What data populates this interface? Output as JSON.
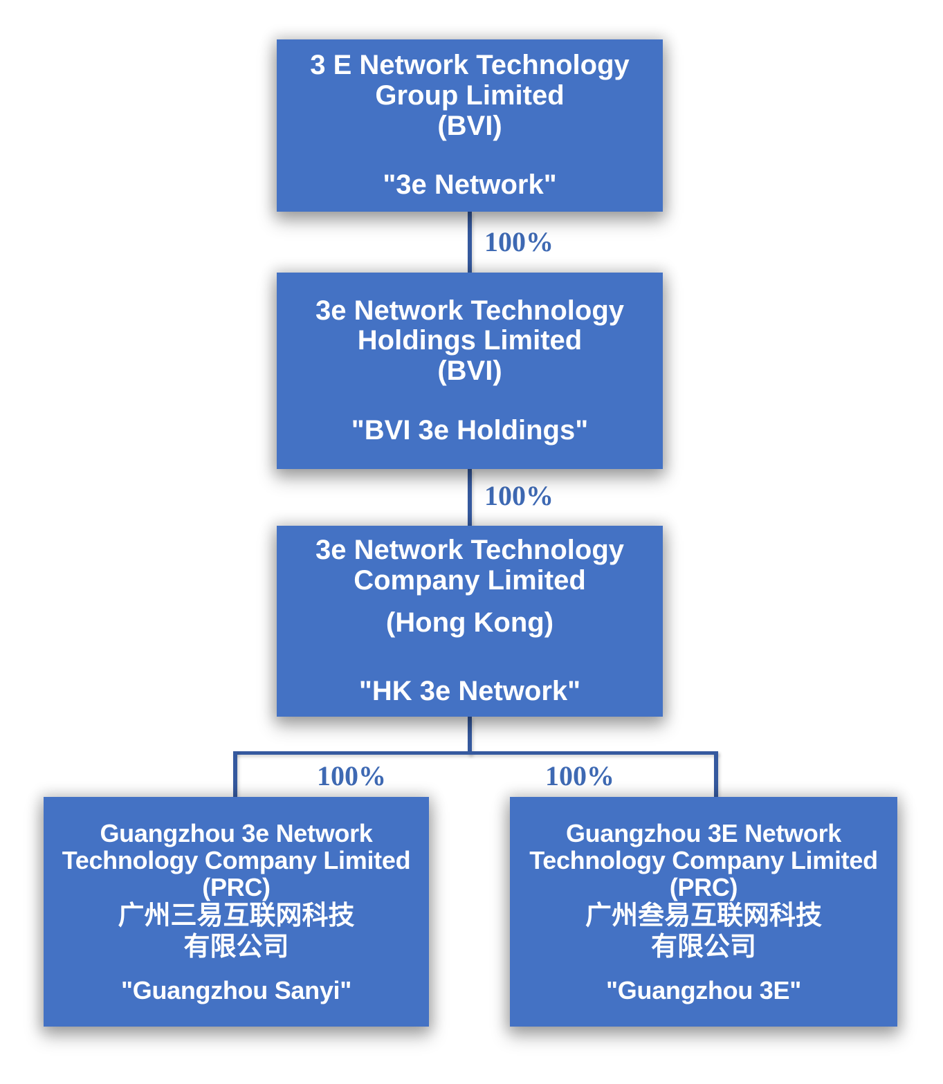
{
  "diagram": {
    "type": "org-chart",
    "colors": {
      "box_fill": "#4472C4",
      "box_text": "#FFFFFF",
      "connector": "#35599E",
      "ownership_label_text": "#3E69B3",
      "background": "#FFFFFF"
    },
    "nodes": {
      "root": {
        "line1": "3 E Network Technology",
        "line2": "Group Limited",
        "jurisdiction": "(BVI)",
        "short_name": "\"3e Network\""
      },
      "holdings": {
        "line1": "3e Network Technology",
        "line2": "Holdings Limited",
        "jurisdiction": "(BVI)",
        "short_name": "\"BVI 3e Holdings\""
      },
      "hk": {
        "line1": "3e Network Technology",
        "line2": "Company Limited",
        "jurisdiction": "(Hong Kong)",
        "short_name": "\"HK 3e Network\""
      },
      "sanyi": {
        "line1": "Guangzhou 3e Network",
        "line2": "Technology Company Limited",
        "jurisdiction": "(PRC)",
        "chinese_line1": "广州三易互联网科技",
        "chinese_line2": "有限公司",
        "short_name": "\"Guangzhou Sanyi\""
      },
      "g3e": {
        "line1": "Guangzhou 3E Network",
        "line2": "Technology Company Limited",
        "jurisdiction": "(PRC)",
        "chinese_line1": "广州叁易互联网科技",
        "chinese_line2": "有限公司",
        "short_name": "\"Guangzhou 3E\""
      }
    },
    "edges": {
      "root_holdings": {
        "label": "100%"
      },
      "holdings_hk": {
        "label": "100%"
      },
      "hk_sanyi": {
        "label": "100%"
      },
      "hk_g3e": {
        "label": "100%"
      }
    }
  }
}
